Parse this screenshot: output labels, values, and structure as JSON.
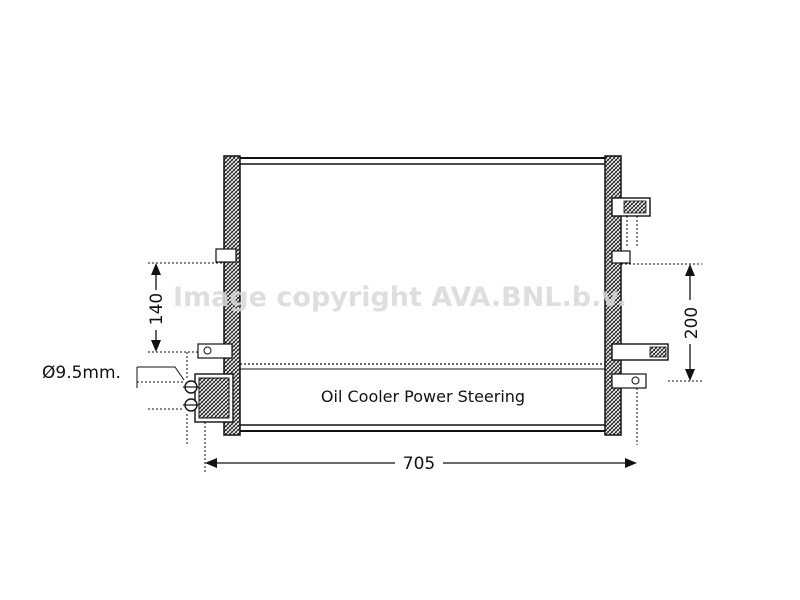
{
  "dimensions": {
    "width": "705",
    "height_left": "140",
    "height_right": "200",
    "pipe_diameter": "Ø9.5mm."
  },
  "section_label": "Oil Cooler Power Steering",
  "watermark": "Image copyright AVA.BNL.b.v.",
  "colors": {
    "line": "#111111",
    "watermark": "#d8d8d8"
  }
}
